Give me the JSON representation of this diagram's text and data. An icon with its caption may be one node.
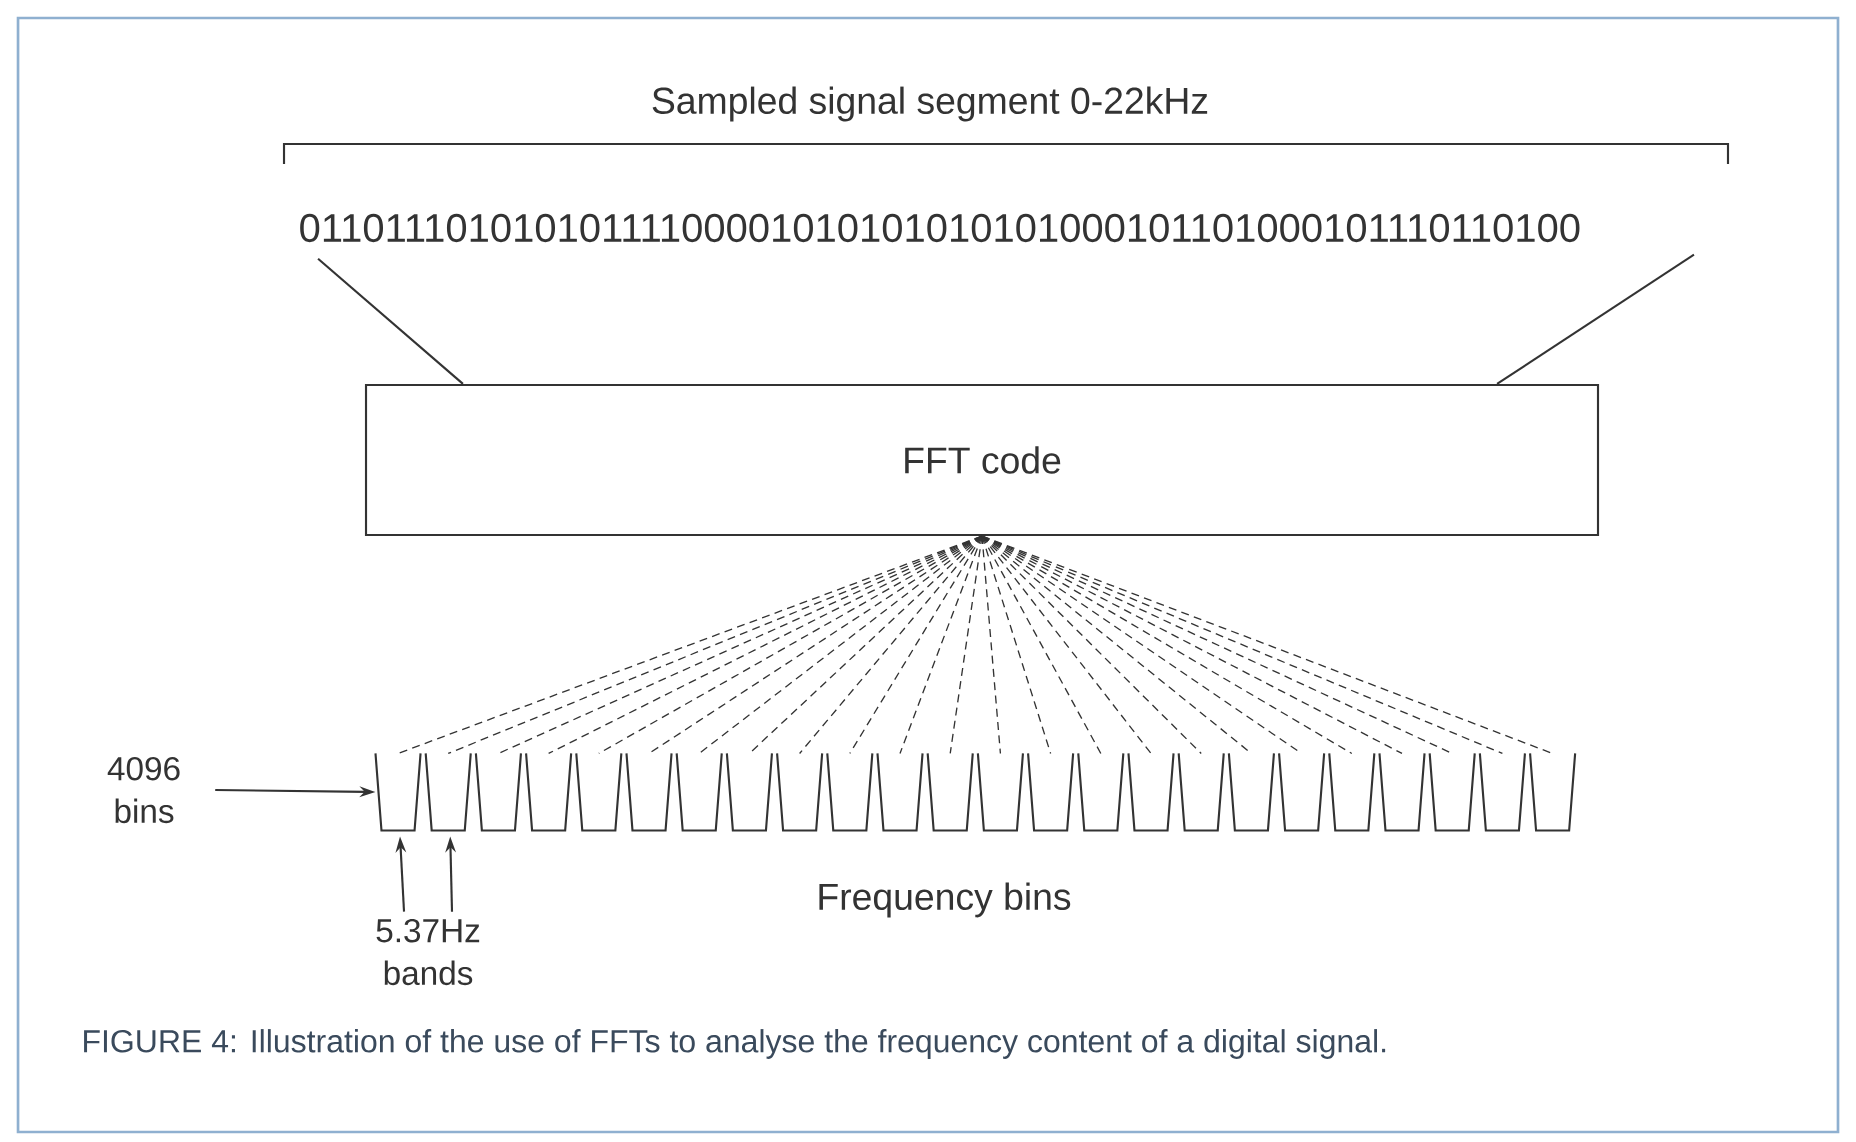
{
  "diagram": {
    "caption": "FIGURE 4: Illustration of the use of FFTs to analyse the frequency content of a digital signal.",
    "nodes": [
      {
        "text": [
          "01101110101010111100001010101010101000101101000101110110100"
        ]
      },
      {
        "text": [
          "FFT code"
        ]
      },
      {
        "text": [],
        "shape": "trapezoid"
      },
      {
        "text": [],
        "shape": "trapezoid"
      },
      {
        "text": [],
        "shape": "trapezoid"
      },
      {
        "text": [],
        "shape": "trapezoid"
      },
      {
        "text": [],
        "shape": "trapezoid"
      },
      {
        "text": [],
        "shape": "trapezoid"
      },
      {
        "text": [],
        "shape": "trapezoid"
      },
      {
        "text": [],
        "shape": "trapezoid"
      },
      {
        "text": [],
        "shape": "trapezoid"
      },
      {
        "text": [],
        "shape": "trapezoid"
      },
      {
        "text": [],
        "shape": "trapezoid"
      },
      {
        "text": [],
        "shape": "trapezoid"
      },
      {
        "text": [],
        "shape": "trapezoid"
      },
      {
        "text": [],
        "shape": "trapezoid"
      },
      {
        "text": [],
        "shape": "trapezoid"
      },
      {
        "text": [],
        "shape": "trapezoid"
      },
      {
        "text": [],
        "shape": "trapezoid"
      },
      {
        "text": [],
        "shape": "trapezoid"
      },
      {
        "text": [],
        "shape": "trapezoid"
      },
      {
        "text": [],
        "shape": "trapezoid"
      },
      {
        "text": [],
        "shape": "trapezoid"
      },
      {
        "text": [],
        "shape": "trapezoid"
      },
      {
        "text": [],
        "shape": "trapezoid"
      },
      {
        "text": [],
        "shape": "trapezoid"
      },
      {
        "text": [
          "4096 bins"
        ]
      },
      {
        "text": [
          "5.37Hz bands"
        ]
      }
    ],
    "edges": [
      {
        "from": 0,
        "to": 1,
        "arrow": "none"
      },
      {
        "from": 0,
        "to": 1,
        "arrow": "none"
      },
      {
        "from": 1,
        "to": 2,
        "arrow": "none",
        "style": "dashed"
      },
      {
        "from": 1,
        "to": 3,
        "arrow": "none",
        "style": "dashed"
      },
      {
        "from": 1,
        "to": 4,
        "arrow": "none",
        "style": "dashed"
      },
      {
        "from": 1,
        "to": 5,
        "arrow": "none",
        "style": "dashed"
      },
      {
        "from": 1,
        "to": 6,
        "arrow": "none",
        "style": "dashed"
      },
      {
        "from": 1,
        "to": 7,
        "arrow": "none",
        "style": "dashed"
      },
      {
        "from": 1,
        "to": 8,
        "arrow": "none",
        "style": "dashed"
      },
      {
        "from": 1,
        "to": 9,
        "arrow": "none",
        "style": "dashed"
      },
      {
        "from": 1,
        "to": 10,
        "arrow": "none",
        "style": "dashed"
      },
      {
        "from": 1,
        "to": 11,
        "arrow": "none",
        "style": "dashed"
      },
      {
        "from": 1,
        "to": 12,
        "arrow": "none",
        "style": "dashed"
      },
      {
        "from": 1,
        "to": 13,
        "arrow": "none",
        "style": "dashed"
      },
      {
        "from": 1,
        "to": 14,
        "arrow": "none",
        "style": "dashed"
      },
      {
        "from": 1,
        "to": 15,
        "arrow": "none",
        "style": "dashed"
      },
      {
        "from": 1,
        "to": 16,
        "arrow": "none",
        "style": "dashed"
      },
      {
        "from": 1,
        "to": 17,
        "arrow": "none",
        "style": "dashed"
      },
      {
        "from": 1,
        "to": 18,
        "arrow": "none",
        "style": "dashed"
      },
      {
        "from": 1,
        "to": 19,
        "arrow": "none",
        "style": "dashed"
      },
      {
        "from": 1,
        "to": 20,
        "arrow": "none",
        "style": "dashed"
      },
      {
        "from": 1,
        "to": 21,
        "arrow": "none",
        "style": "dashed"
      },
      {
        "from": 1,
        "to": 22,
        "arrow": "none",
        "style": "dashed"
      },
      {
        "from": 1,
        "to": 23,
        "arrow": "none",
        "style": "dashed"
      },
      {
        "from": 1,
        "to": 24,
        "arrow": "none",
        "style": "dashed"
      },
      {
        "from": 1,
        "to": 25,
        "arrow": "none",
        "style": "dashed"
      },
      {
        "from": 26,
        "to": 2,
        "arrow": "to"
      },
      {
        "from": 27,
        "to": 2,
        "arrow": "to"
      },
      {
        "from": 27,
        "to": 3,
        "arrow": "to"
      }
    ],
    "labels": [
      "Sampled signal segment 0-22kHz",
      "Frequency bins"
    ]
  }
}
